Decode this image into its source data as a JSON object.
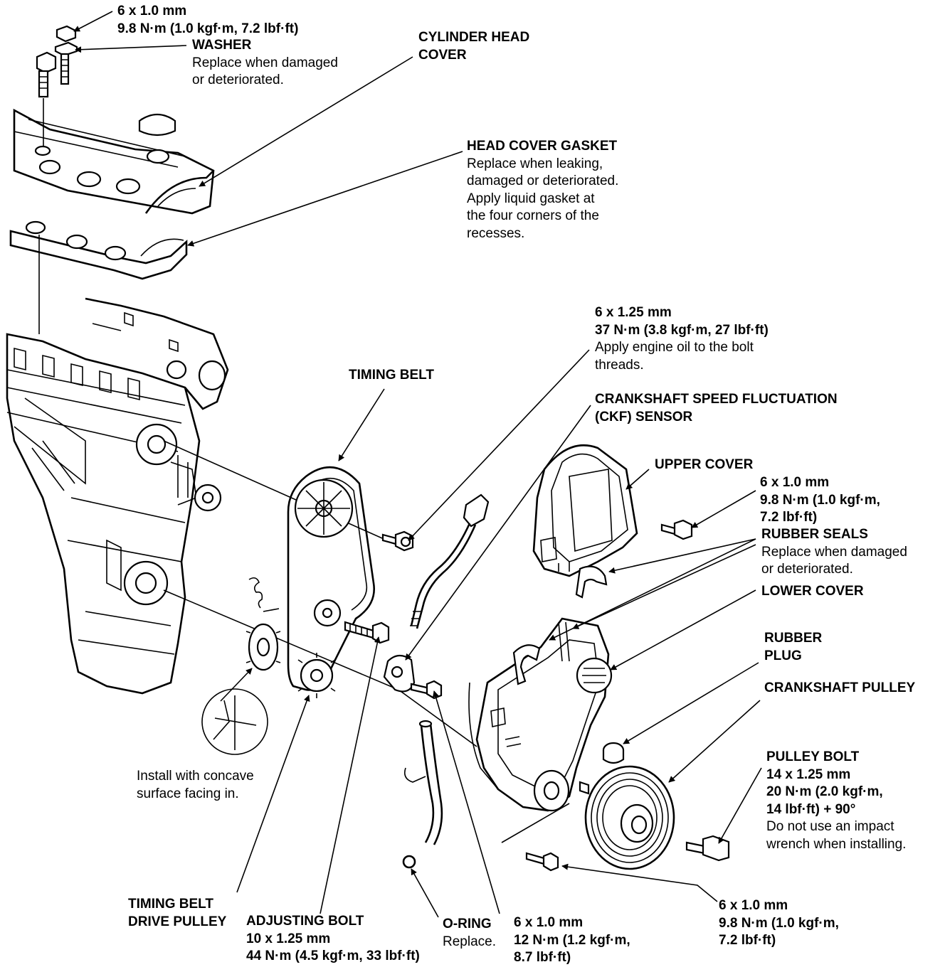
{
  "diagram": {
    "callouts": {
      "top_bolt": {
        "l1": "6 x 1.0 mm",
        "l2": "9.8 N·m (1.0 kgf·m, 7.2 lbf·ft)"
      },
      "washer": {
        "title": "WASHER",
        "n1": "Replace when damaged",
        "n2": "or deteriorated."
      },
      "cylinder_head_cover": {
        "l1": "CYLINDER HEAD",
        "l2": "COVER"
      },
      "head_cover_gasket": {
        "title": "HEAD COVER GASKET",
        "n1": "Replace when leaking,",
        "n2": "damaged or deteriorated.",
        "n3": "Apply liquid gasket at",
        "n4": "the four corners of the",
        "n5": "recesses."
      },
      "timing_belt": {
        "title": "TIMING BELT"
      },
      "ckf_bolt": {
        "l1": "6 x 1.25 mm",
        "l2": "37 N·m (3.8 kgf·m, 27 lbf·ft)",
        "n1": "Apply engine oil to the bolt",
        "n2": "threads."
      },
      "ckf_sensor": {
        "l1": "CRANKSHAFT SPEED FLUCTUATION",
        "l2": "(CKF) SENSOR"
      },
      "upper_cover": {
        "title": "UPPER COVER"
      },
      "upper_bolt": {
        "l1": "6 x 1.0 mm",
        "l2": "9.8 N·m (1.0 kgf·m,",
        "l3": "7.2 lbf·ft)"
      },
      "rubber_seals": {
        "title": "RUBBER SEALS",
        "n1": "Replace when damaged",
        "n2": "or deteriorated."
      },
      "lower_cover": {
        "title": "LOWER COVER"
      },
      "rubber_plug": {
        "l1": "RUBBER",
        "l2": "PLUG"
      },
      "crankshaft_pulley": {
        "title": "CRANKSHAFT PULLEY"
      },
      "pulley_bolt": {
        "title": "PULLEY BOLT",
        "l1": "14 x 1.25 mm",
        "l2": "20 N·m (2.0 kgf·m,",
        "l3": "14 lbf·ft) + 90°",
        "n1": "Do not use an impact",
        "n2": "wrench when installing."
      },
      "concave_note": {
        "n1": "Install with concave",
        "n2": "surface facing in."
      },
      "drive_pulley": {
        "l1": "TIMING BELT",
        "l2": "DRIVE PULLEY"
      },
      "adjusting_bolt": {
        "title": "ADJUSTING BOLT",
        "l1": "10 x 1.25 mm",
        "l2": "44 N·m (4.5 kgf·m, 33 lbf·ft)"
      },
      "o_ring": {
        "title": "O-RING",
        "n1": "Replace."
      },
      "middle_bolt": {
        "l1": "6 x 1.0 mm",
        "l2": "12 N·m (1.2 kgf·m,",
        "l3": "8.7 lbf·ft)"
      },
      "lower_bolt": {
        "l1": "6 x 1.0 mm",
        "l2": "9.8 N·m (1.0 kgf·m,",
        "l3": "7.2 lbf·ft)"
      }
    }
  }
}
